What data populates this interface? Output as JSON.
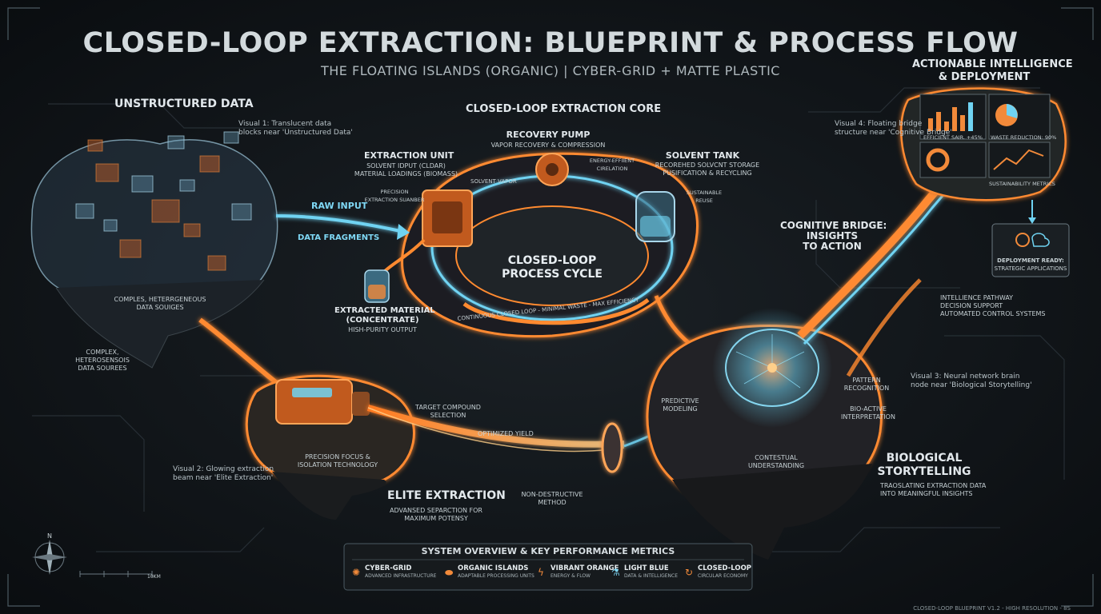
{
  "header": {
    "title": "CLOSED-LOOP EXTRACTION: BLUEPRINT & PROCESS FLOW",
    "subtitle": "THE FLOATING ISLANDS (ORGANIC) | CYBER-GRID + MATTE PLASTIC"
  },
  "unstructured": {
    "title": "UNSTRUCTURED DATA",
    "note": [
      "Visual 1: Translucent data",
      "blocks near 'Unstructured Data'"
    ],
    "island_label": [
      "COMPLES, HETERRGENEOUS",
      "DATA SOUIGES"
    ],
    "side_label": [
      "COMPLEX,",
      "HETEROSENSOIS",
      "DATA SOUREES"
    ]
  },
  "flows": {
    "raw_input": "RAW INPUT",
    "data_fragments": "DATA FRAGMENTS"
  },
  "core": {
    "title": "CLOSED-LOOP EXTRACTION CORE",
    "extraction_unit": {
      "title": "EXTRACTION UNIT",
      "lines": [
        "SOLVENT IDPUT (CLDAR)",
        "MATERIAL LOADINGS (BIOMASS)"
      ],
      "chamber": [
        "PRECISION",
        "EXTRACTION SUANBER"
      ]
    },
    "solvent_vapor": "SOLVENT VAPOR",
    "recovery_pump": {
      "title": "RECOVERY PUMP",
      "sub": "VAPOR RECOVERY & COMPRESSION",
      "side": [
        "ENERGY-EFFIIENT",
        "CIRELATION"
      ]
    },
    "solvent_tank": {
      "title": "SOLVENT TANK",
      "lines": [
        "RECOREHED SOLVCNT STORAGE",
        "PUSIFICATION & RECYCLING"
      ],
      "side": [
        "SUSTAINABLE",
        "REUSE"
      ]
    },
    "cycle": [
      "CLOSED-LOOP",
      "PROCESS CYCLE"
    ],
    "loop_text": "CONTINUOUS CLOSED LOOP - MINIMAL WASTE - MAX EFFICIENCY",
    "extracted": {
      "title": [
        "EXTRACTED MATERIAL",
        "(CONCENTRATE)"
      ],
      "sub": "HISH-PURITY OUTPUT"
    }
  },
  "elite": {
    "title": "ELITE EXTRACTION",
    "sub": [
      "ADVANSED SEPARCTION FOR",
      "MAXIMUM POTENSY"
    ],
    "target": [
      "TARGET COMPOUND",
      "SELECTION"
    ],
    "yield": "OPTIMIZED YIELD",
    "precision": [
      "PRECISION FOCUS &",
      "ISOLATION TECHNOLOGY"
    ],
    "nondestructive": [
      "NON-DESTRUCTIVE",
      "METHOD"
    ],
    "note": [
      "Visual 2: Glowing extraction",
      "beam near 'Elite Extraction'"
    ]
  },
  "cognitive": {
    "title": [
      "COGNITIVE BRIDGE:",
      "INSIGHTS",
      "TO ACTION"
    ],
    "note": [
      "Visual 4: Floating bridge",
      "structure near 'Cognitive Bridge'"
    ],
    "pathway": [
      "INTELLIENCE PATHWAY",
      "DECISION SUPPORT",
      "AUTOMATED CONTROL SYSTEMS"
    ]
  },
  "brain": {
    "predictive": [
      "PREDICTIVE",
      "MODELING"
    ],
    "pattern": [
      "PATTERN",
      "RECOGNITION"
    ],
    "bioactive": [
      "BIO-ACTIVE",
      "INTERPRETATION"
    ],
    "contextual": [
      "CONTESTUAL",
      "UNDERSTANDING"
    ],
    "note": [
      "Visual 3: Neural network brain",
      "node near 'Biological Storytelling'"
    ]
  },
  "bio": {
    "title": [
      "BIOLOGICAL",
      "STORYTELLING"
    ],
    "sub": [
      "TRAOSLATING EXTRACTION DATA",
      "INTO MEANINGFUL INSIGHTS"
    ]
  },
  "actionable": {
    "title": [
      "ACTIONABLE INTELLIGENCE",
      "& DEPLOYMENT"
    ],
    "efficiency": "EFFICIENT SAIR. +45%",
    "waste": "WASTE REDUCTION: 90%",
    "sustainability": "SUSTAINABILITY METRICS",
    "deploy": [
      "DEPLOYMENT READY:",
      "STRATEGIC APPLICATIONS"
    ]
  },
  "kpi": {
    "title": "SYSTEM OVERVIEW & KEY PERFORMANCE METRICS",
    "items": [
      {
        "label": "CYBER-GRID",
        "sub": "ADVANCED INFRASTRUCTURE",
        "icon": "gear-icon"
      },
      {
        "label": "ORGANIC ISLANDS",
        "sub": "ADAPTABLE PROCESSING UNITS",
        "icon": "island-icon"
      },
      {
        "label": "VIBRANT ORANGE",
        "sub": "ENERGY & FLOW",
        "icon": "bolt-icon"
      },
      {
        "label": "LIGHT BLUE",
        "sub": "DATA & INTELLIGENCE",
        "icon": "flask-icon"
      },
      {
        "label": "CLOSED-LOOP",
        "sub": "CIRCULAR ECONOMY",
        "icon": "cycle-icon"
      }
    ]
  },
  "compass": {
    "north": "N",
    "scale": "10km"
  },
  "footer": "CLOSED-LOOP BLUEPRINT V1.2 - HIGH RESOLUTION - 8S",
  "colors": {
    "orange": "#f28a3a",
    "blue": "#6fd3f2",
    "bg": "#101418"
  }
}
